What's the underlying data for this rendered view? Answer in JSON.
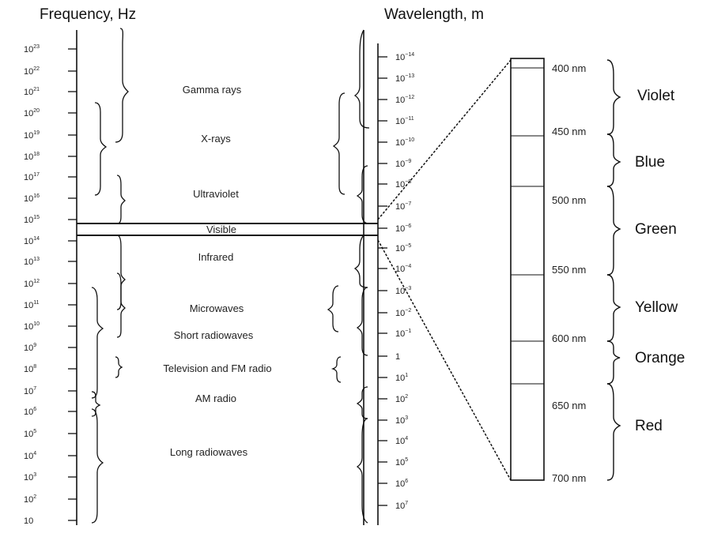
{
  "headers": {
    "frequency": "Frequency, Hz",
    "wavelength": "Wavelength, m"
  },
  "frequency_ticks": [
    {
      "base": "10",
      "exp": "23"
    },
    {
      "base": "10",
      "exp": "22"
    },
    {
      "base": "10",
      "exp": "21"
    },
    {
      "base": "10",
      "exp": "20"
    },
    {
      "base": "10",
      "exp": "19"
    },
    {
      "base": "10",
      "exp": "18"
    },
    {
      "base": "10",
      "exp": "17"
    },
    {
      "base": "10",
      "exp": "16"
    },
    {
      "base": "10",
      "exp": "15"
    },
    {
      "base": "10",
      "exp": "14"
    },
    {
      "base": "10",
      "exp": "13"
    },
    {
      "base": "10",
      "exp": "12"
    },
    {
      "base": "10",
      "exp": "11"
    },
    {
      "base": "10",
      "exp": "10"
    },
    {
      "base": "10",
      "exp": "9"
    },
    {
      "base": "10",
      "exp": "8"
    },
    {
      "base": "10",
      "exp": "7"
    },
    {
      "base": "10",
      "exp": "6"
    },
    {
      "base": "10",
      "exp": "5"
    },
    {
      "base": "10",
      "exp": "4"
    },
    {
      "base": "10",
      "exp": "3"
    },
    {
      "base": "10",
      "exp": "2"
    },
    {
      "base": "10",
      "exp": ""
    }
  ],
  "wavelength_ticks": [
    {
      "base": "10",
      "exp": "−14"
    },
    {
      "base": "10",
      "exp": "−13"
    },
    {
      "base": "10",
      "exp": "−12"
    },
    {
      "base": "10",
      "exp": "−11"
    },
    {
      "base": "10",
      "exp": "−10"
    },
    {
      "base": "10",
      "exp": "−9"
    },
    {
      "base": "10",
      "exp": "−8"
    },
    {
      "base": "10",
      "exp": "−7"
    },
    {
      "base": "10",
      "exp": "−6"
    },
    {
      "base": "10",
      "exp": "−5"
    },
    {
      "base": "10",
      "exp": "−4"
    },
    {
      "base": "10",
      "exp": "−3"
    },
    {
      "base": "10",
      "exp": "−2"
    },
    {
      "base": "10",
      "exp": "−1"
    },
    {
      "base": "1",
      "exp": ""
    },
    {
      "base": "10",
      "exp": "1"
    },
    {
      "base": "10",
      "exp": "2"
    },
    {
      "base": "10",
      "exp": "3"
    },
    {
      "base": "10",
      "exp": "4"
    },
    {
      "base": "10",
      "exp": "5"
    },
    {
      "base": "10",
      "exp": "6"
    },
    {
      "base": "10",
      "exp": "7"
    }
  ],
  "regions": [
    "Gamma rays",
    "X-rays",
    "Ultraviolet",
    "Visible",
    "Infrared",
    "Microwaves",
    "Short radiowaves",
    "Television and FM radio",
    "AM radio",
    "Long radiowaves"
  ],
  "visible_nm": [
    "400 nm",
    "450 nm",
    "500 nm",
    "550 nm",
    "600 nm",
    "650 nm",
    "700 nm"
  ],
  "colors": [
    "Violet",
    "Blue",
    "Green",
    "Yellow",
    "Orange",
    "Red"
  ],
  "style": {
    "line": "#111111",
    "background": "#ffffff"
  }
}
